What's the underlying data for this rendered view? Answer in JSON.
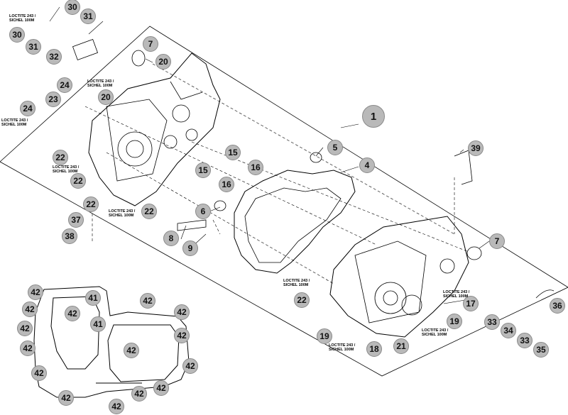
{
  "callouts": {
    "c1": "1",
    "c4": "4",
    "c5": "5",
    "c6": "6",
    "c7a": "7",
    "c7b": "7",
    "c8": "8",
    "c9": "9",
    "c15a": "15",
    "c15b": "15",
    "c16a": "16",
    "c16b": "16",
    "c17": "17",
    "c18": "18",
    "c19a": "19",
    "c19b": "19",
    "c20a": "20",
    "c20b": "20",
    "c21": "21",
    "c22a": "22",
    "c22b": "22",
    "c22c": "22",
    "c22d": "22",
    "c22e": "22",
    "c23": "23",
    "c24a": "24",
    "c24b": "24",
    "c30a": "30",
    "c30b": "30",
    "c31a": "31",
    "c31b": "31",
    "c32": "32",
    "c33a": "33",
    "c33b": "33",
    "c34": "34",
    "c35": "35",
    "c36": "36",
    "c37": "37",
    "c38": "38",
    "c39": "39",
    "c41a": "41",
    "c41b": "41",
    "c42a": "42",
    "c42b": "42",
    "c42c": "42",
    "c42d": "42",
    "c42e": "42",
    "c42f": "42",
    "c42g": "42",
    "c42h": "42",
    "c42i": "42",
    "c42j": "42",
    "c42k": "42",
    "c42l": "42",
    "c42m": "42",
    "c42n": "42",
    "c42o": "42"
  },
  "notes": {
    "n1": "LOCTITE 243 /\nSICHEL 100M",
    "n2": "LOCTITE 243 /\nSICHEL 100M",
    "n3": "LOCTITE 243 /\nSICHEL 100M",
    "n4": "LOCTITE 243 /\nSICHEL 100M",
    "n5": "LOCTITE 243 /\nSICHEL 100M",
    "n6": "LOCTITE 243 /\nSICHEL 100M",
    "n7": "LOCTITE 243 /\nSICHEL 100M",
    "n8": "LOCTITE 243 /\nSICHEL 100M",
    "n9": "LOCTITE 243 /\nSICHEL 100M"
  },
  "colors": {
    "callout_fill": "#b9b9b9",
    "line": "#000000"
  }
}
